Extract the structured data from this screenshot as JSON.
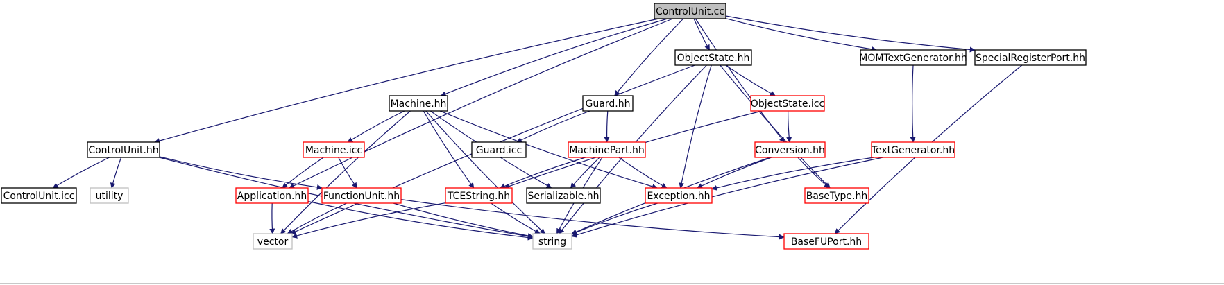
{
  "graph": {
    "nodes": [
      {
        "id": "ControlUnit.cc",
        "label": "ControlUnit.cc",
        "style": "root"
      },
      {
        "id": "ControlUnit.hh",
        "label": "ControlUnit.hh",
        "style": "normal"
      },
      {
        "id": "Machine.hh",
        "label": "Machine.hh",
        "style": "normal"
      },
      {
        "id": "ObjectState.hh",
        "label": "ObjectState.hh",
        "style": "normal"
      },
      {
        "id": "Guard.hh",
        "label": "Guard.hh",
        "style": "normal"
      },
      {
        "id": "MOMTextGenerator.hh",
        "label": "MOMTextGenerator.hh",
        "style": "normal"
      },
      {
        "id": "SpecialRegisterPort.hh",
        "label": "SpecialRegisterPort.hh",
        "style": "normal"
      },
      {
        "id": "ControlUnit.icc",
        "label": "ControlUnit.icc",
        "style": "normal"
      },
      {
        "id": "utility",
        "label": "utility",
        "style": "system"
      },
      {
        "id": "Machine.icc",
        "label": "Machine.icc",
        "style": "truncated"
      },
      {
        "id": "Guard.icc",
        "label": "Guard.icc",
        "style": "normal"
      },
      {
        "id": "MachinePart.hh",
        "label": "MachinePart.hh",
        "style": "truncated"
      },
      {
        "id": "ObjectState.icc",
        "label": "ObjectState.icc",
        "style": "truncated"
      },
      {
        "id": "Conversion.hh",
        "label": "Conversion.hh",
        "style": "truncated"
      },
      {
        "id": "TextGenerator.hh",
        "label": "TextGenerator.hh",
        "style": "truncated"
      },
      {
        "id": "Application.hh",
        "label": "Application.hh",
        "style": "truncated"
      },
      {
        "id": "FunctionUnit.hh",
        "label": "FunctionUnit.hh",
        "style": "truncated"
      },
      {
        "id": "TCEString.hh",
        "label": "TCEString.hh",
        "style": "truncated"
      },
      {
        "id": "Serializable.hh",
        "label": "Serializable.hh",
        "style": "normal"
      },
      {
        "id": "Exception.hh",
        "label": "Exception.hh",
        "style": "truncated"
      },
      {
        "id": "BaseType.hh",
        "label": "BaseType.hh",
        "style": "truncated"
      },
      {
        "id": "vector",
        "label": "vector",
        "style": "system"
      },
      {
        "id": "string",
        "label": "string",
        "style": "system"
      },
      {
        "id": "BaseFUPort.hh",
        "label": "BaseFUPort.hh",
        "style": "truncated"
      }
    ],
    "edges": [
      {
        "from": "ControlUnit.cc",
        "to": "ControlUnit.hh"
      },
      {
        "from": "ControlUnit.cc",
        "to": "Machine.hh"
      },
      {
        "from": "ControlUnit.cc",
        "to": "Application.hh"
      },
      {
        "from": "ControlUnit.cc",
        "to": "Guard.hh"
      },
      {
        "from": "ControlUnit.cc",
        "to": "ObjectState.hh"
      },
      {
        "from": "ControlUnit.cc",
        "to": "Conversion.hh"
      },
      {
        "from": "ControlUnit.cc",
        "to": "MOMTextGenerator.hh"
      },
      {
        "from": "ControlUnit.cc",
        "to": "SpecialRegisterPort.hh"
      },
      {
        "from": "ControlUnit.hh",
        "to": "ControlUnit.icc"
      },
      {
        "from": "ControlUnit.hh",
        "to": "utility"
      },
      {
        "from": "ControlUnit.hh",
        "to": "FunctionUnit.hh"
      },
      {
        "from": "ControlUnit.hh",
        "to": "string"
      },
      {
        "from": "Machine.hh",
        "to": "Machine.icc"
      },
      {
        "from": "Machine.hh",
        "to": "vector"
      },
      {
        "from": "Machine.hh",
        "to": "TCEString.hh"
      },
      {
        "from": "Machine.hh",
        "to": "Serializable.hh"
      },
      {
        "from": "Machine.hh",
        "to": "Exception.hh"
      },
      {
        "from": "Machine.hh",
        "to": "string"
      },
      {
        "from": "ObjectState.hh",
        "to": "vector"
      },
      {
        "from": "ObjectState.hh",
        "to": "ObjectState.icc"
      },
      {
        "from": "ObjectState.hh",
        "to": "Exception.hh"
      },
      {
        "from": "ObjectState.hh",
        "to": "string"
      },
      {
        "from": "ObjectState.hh",
        "to": "BaseType.hh"
      },
      {
        "from": "Guard.hh",
        "to": "Guard.icc"
      },
      {
        "from": "Guard.hh",
        "to": "MachinePart.hh"
      },
      {
        "from": "MOMTextGenerator.hh",
        "to": "TextGenerator.hh"
      },
      {
        "from": "SpecialRegisterPort.hh",
        "to": "BaseFUPort.hh"
      },
      {
        "from": "Machine.icc",
        "to": "Application.hh"
      },
      {
        "from": "Machine.icc",
        "to": "FunctionUnit.hh"
      },
      {
        "from": "MachinePart.hh",
        "to": "TCEString.hh"
      },
      {
        "from": "MachinePart.hh",
        "to": "Serializable.hh"
      },
      {
        "from": "MachinePart.hh",
        "to": "Exception.hh"
      },
      {
        "from": "MachinePart.hh",
        "to": "string"
      },
      {
        "from": "ObjectState.icc",
        "to": "TCEString.hh"
      },
      {
        "from": "ObjectState.icc",
        "to": "Conversion.hh"
      },
      {
        "from": "Conversion.hh",
        "to": "Exception.hh"
      },
      {
        "from": "Conversion.hh",
        "to": "BaseType.hh"
      },
      {
        "from": "Conversion.hh",
        "to": "string"
      },
      {
        "from": "TextGenerator.hh",
        "to": "Exception.hh"
      },
      {
        "from": "TextGenerator.hh",
        "to": "string"
      },
      {
        "from": "Application.hh",
        "to": "vector"
      },
      {
        "from": "Application.hh",
        "to": "string"
      },
      {
        "from": "FunctionUnit.hh",
        "to": "vector"
      },
      {
        "from": "FunctionUnit.hh",
        "to": "string"
      },
      {
        "from": "FunctionUnit.hh",
        "to": "BaseFUPort.hh"
      },
      {
        "from": "TCEString.hh",
        "to": "vector"
      },
      {
        "from": "TCEString.hh",
        "to": "string"
      },
      {
        "from": "Exception.hh",
        "to": "string"
      }
    ]
  },
  "colors": {
    "edge": "#191970",
    "root_fill": "#bfbfbf",
    "normal_border": "#000000",
    "truncated_border": "#ff0000",
    "system_border": "#bfbfbf",
    "system_text": "#666666"
  }
}
